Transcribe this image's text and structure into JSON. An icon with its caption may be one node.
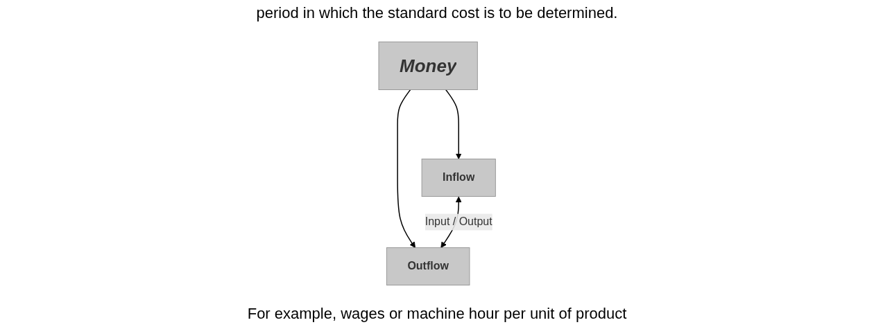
{
  "diagram": {
    "nodes": [
      {
        "text": [
          "Money"
        ]
      },
      {
        "text": [
          "Inflow"
        ]
      },
      {
        "text": [
          "Outflow"
        ]
      }
    ],
    "edges": [
      {
        "from": 0,
        "to": 1,
        "arrow": "to"
      },
      {
        "from": 0,
        "to": 2,
        "arrow": "to"
      },
      {
        "from": 1,
        "to": 2,
        "arrow": "both",
        "label": "Input / Output"
      }
    ],
    "labels": [
      "period in which the standard cost is to be determined.",
      "For example, wages or machine hour per unit of product"
    ]
  }
}
